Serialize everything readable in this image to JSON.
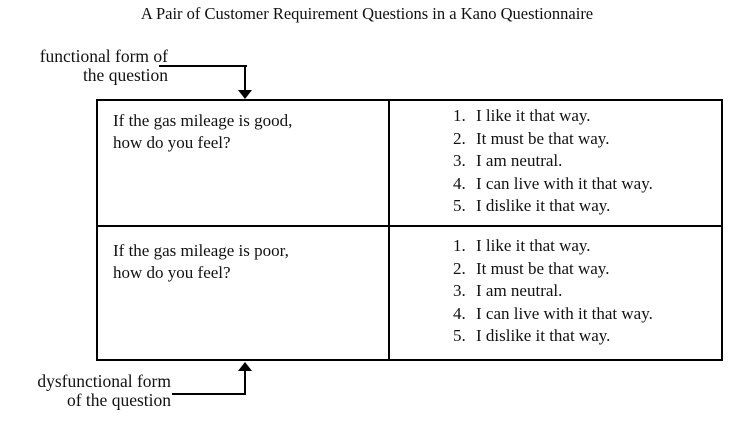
{
  "title": "A Pair of Customer Requirement Questions in a Kano Questionnaire",
  "annotations": {
    "functional_label": "functional form of\nthe question",
    "dysfunctional_label": "dysfunctional form\nof the question"
  },
  "table": {
    "rows": [
      {
        "question": "If the gas mileage is good,\nhow do you feel?",
        "options": [
          {
            "num": "1.",
            "text": "I like it that way."
          },
          {
            "num": "2.",
            "text": "It must be that way."
          },
          {
            "num": "3.",
            "text": "I am neutral."
          },
          {
            "num": "4.",
            "text": "I can live with it that way."
          },
          {
            "num": "5.",
            "text": "I dislike it that way."
          }
        ]
      },
      {
        "question": "If the gas mileage is poor,\nhow do you feel?",
        "options": [
          {
            "num": "1.",
            "text": "I like it that way."
          },
          {
            "num": "2.",
            "text": "It must be that way."
          },
          {
            "num": "3.",
            "text": "I am neutral."
          },
          {
            "num": "4.",
            "text": "I can live with it that way."
          },
          {
            "num": "5.",
            "text": "I dislike it that way."
          }
        ]
      }
    ]
  },
  "colors": {
    "text": "#111111",
    "border": "#000000",
    "background": "#ffffff"
  }
}
